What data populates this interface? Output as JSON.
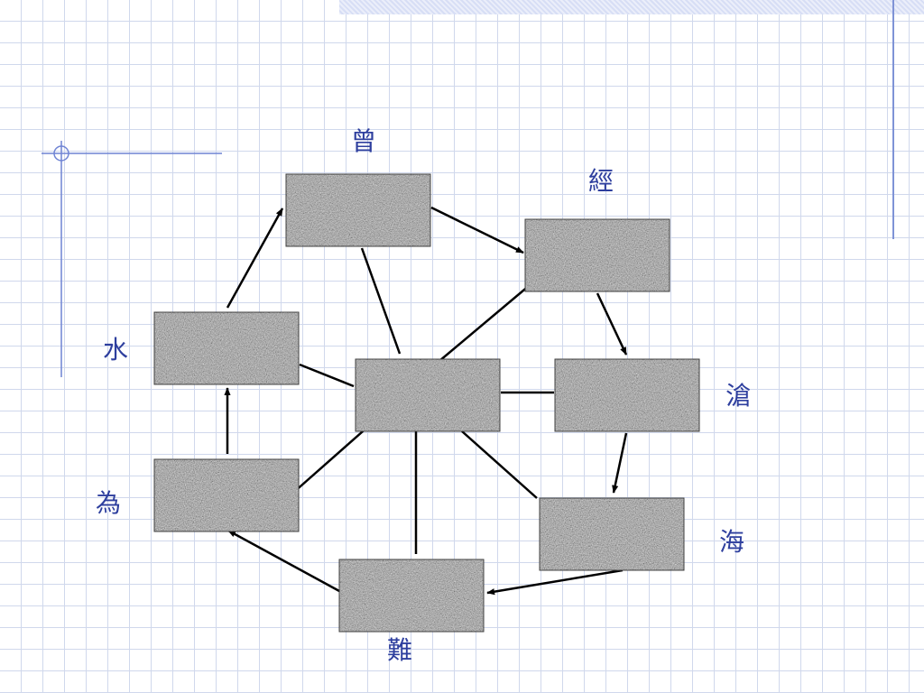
{
  "colors": {
    "label": "#2e3f9e",
    "box_fill": "#9a9a9a",
    "box_border": "#404040",
    "line": "#000000",
    "ornament": "#6f84d4",
    "grid": "#d0d8ec"
  },
  "icons": [
    "circle-cross-ornament-icon"
  ],
  "nodes": [
    {
      "id": "zeng",
      "label": "曾"
    },
    {
      "id": "jing",
      "label": "經"
    },
    {
      "id": "cang",
      "label": "滄"
    },
    {
      "id": "hai",
      "label": "海"
    },
    {
      "id": "nan",
      "label": "難"
    },
    {
      "id": "wei",
      "label": "為"
    },
    {
      "id": "shui",
      "label": "水"
    },
    {
      "id": "center",
      "label": ""
    }
  ],
  "edges": [
    {
      "from": "zeng",
      "to": "jing",
      "arrow": true
    },
    {
      "from": "jing",
      "to": "cang",
      "arrow": true
    },
    {
      "from": "cang",
      "to": "hai",
      "arrow": true
    },
    {
      "from": "hai",
      "to": "nan",
      "arrow": true
    },
    {
      "from": "nan",
      "to": "wei",
      "arrow": true
    },
    {
      "from": "wei",
      "to": "shui",
      "arrow": true
    },
    {
      "from": "shui",
      "to": "zeng",
      "arrow": true
    },
    {
      "from": "center",
      "to": "zeng",
      "arrow": false
    },
    {
      "from": "center",
      "to": "jing",
      "arrow": false
    },
    {
      "from": "center",
      "to": "cang",
      "arrow": false
    },
    {
      "from": "center",
      "to": "hai",
      "arrow": false
    },
    {
      "from": "center",
      "to": "nan",
      "arrow": false
    },
    {
      "from": "center",
      "to": "wei",
      "arrow": false
    },
    {
      "from": "center",
      "to": "shui",
      "arrow": false
    }
  ]
}
